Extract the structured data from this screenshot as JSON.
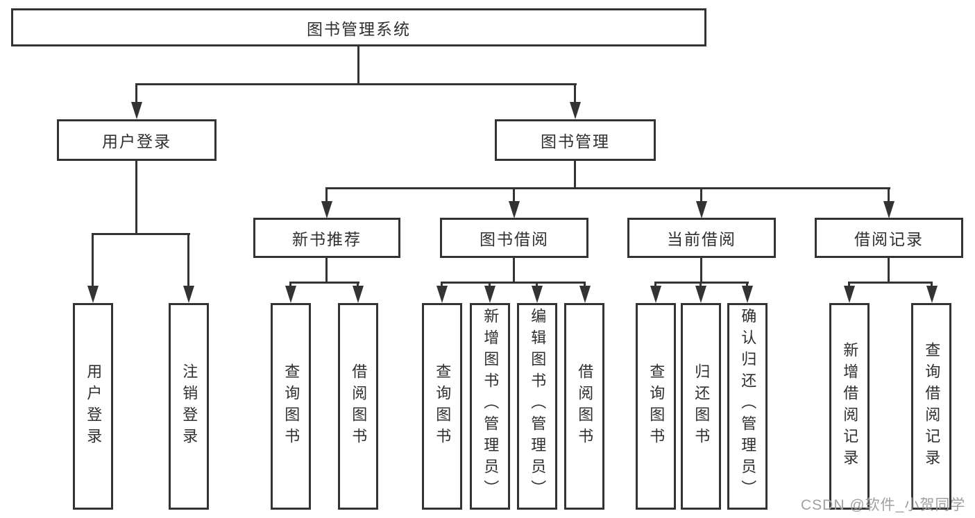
{
  "diagram": {
    "title_node": "图书管理系统",
    "nodes": {
      "root": "图书管理系统",
      "userLogin": "用户登录",
      "bookMgmt": "图书管理",
      "newBooks": "新书推荐",
      "bookBorrow": "图书借阅",
      "currentBorrow": "当前借阅",
      "borrowRecords": "借阅记录",
      "leafUserLogin": "用户登录",
      "leafLogout": "注销登录",
      "leafNewQuery": "查询图书",
      "leafNewBorrow": "借阅图书",
      "leafBorrowQuery": "查询图书",
      "leafBorrowAdd": "新增图书（管理员）",
      "leafBorrowEdit": "编辑图书（管理员）",
      "leafBorrowBorrow": "借阅图书",
      "leafCurQuery": "查询图书",
      "leafCurReturn": "归还图书",
      "leafCurConfirm": "确认归还（管理员）",
      "leafRecAdd": "新增借阅记录",
      "leafRecQuery": "查询借阅记录"
    },
    "hierarchy": {
      "图书管理系统": {
        "用户登录": [
          "用户登录",
          "注销登录"
        ],
        "图书管理": {
          "新书推荐": [
            "查询图书",
            "借阅图书"
          ],
          "图书借阅": [
            "查询图书",
            "新增图书（管理员）",
            "编辑图书（管理员）",
            "借阅图书"
          ],
          "当前借阅": [
            "查询图书",
            "归还图书",
            "确认归还（管理员）"
          ],
          "借阅记录": [
            "新增借阅记录",
            "查询借阅记录"
          ]
        }
      }
    },
    "colors": {
      "line": "#333333",
      "text": "#2f2f2f",
      "background": "#ffffff",
      "watermark_color": "#a0a0a0"
    }
  },
  "watermark": "CSDN @软件_小贺同学"
}
